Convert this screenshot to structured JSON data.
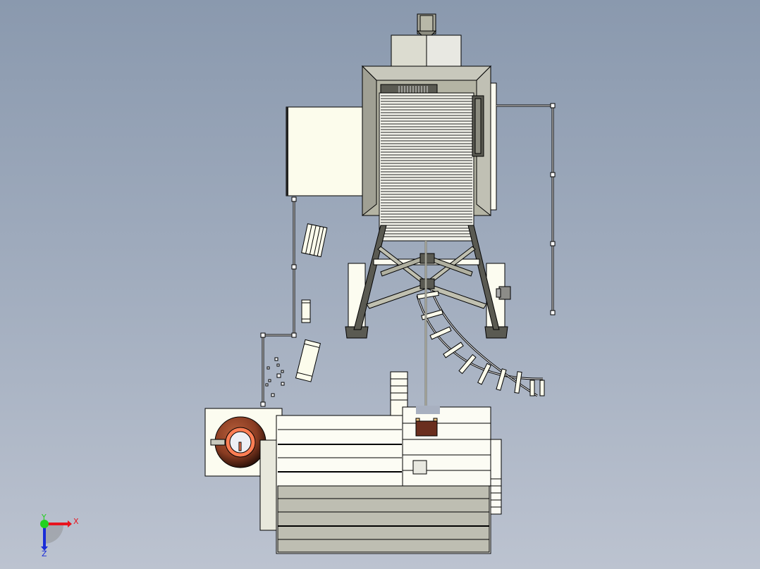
{
  "viewport": {
    "background_top": "#8a99ae",
    "background_bottom": "#bcc3d0",
    "view": "top"
  },
  "triad": {
    "x_label": "X",
    "y_label": "Y",
    "z_label": "Z",
    "x_color": "#e8141e",
    "y_color": "#22d21e",
    "z_color": "#1a2cd8"
  },
  "model": {
    "components": [
      "hopper-head",
      "tower-body",
      "side-panel",
      "cable-frame-right",
      "cable-frame-left",
      "support-legs",
      "curved-track",
      "base-machine",
      "rotary-spool",
      "loose-parts"
    ],
    "colors": {
      "panel": "#fcfcf0",
      "metal_light": "#d4d4c8",
      "metal_dark": "#5a5a52",
      "frame": "#b8b8a8",
      "copper": "#a44c2c",
      "copper_light": "#ff7e54",
      "brown_block": "#6a2e1e"
    }
  }
}
